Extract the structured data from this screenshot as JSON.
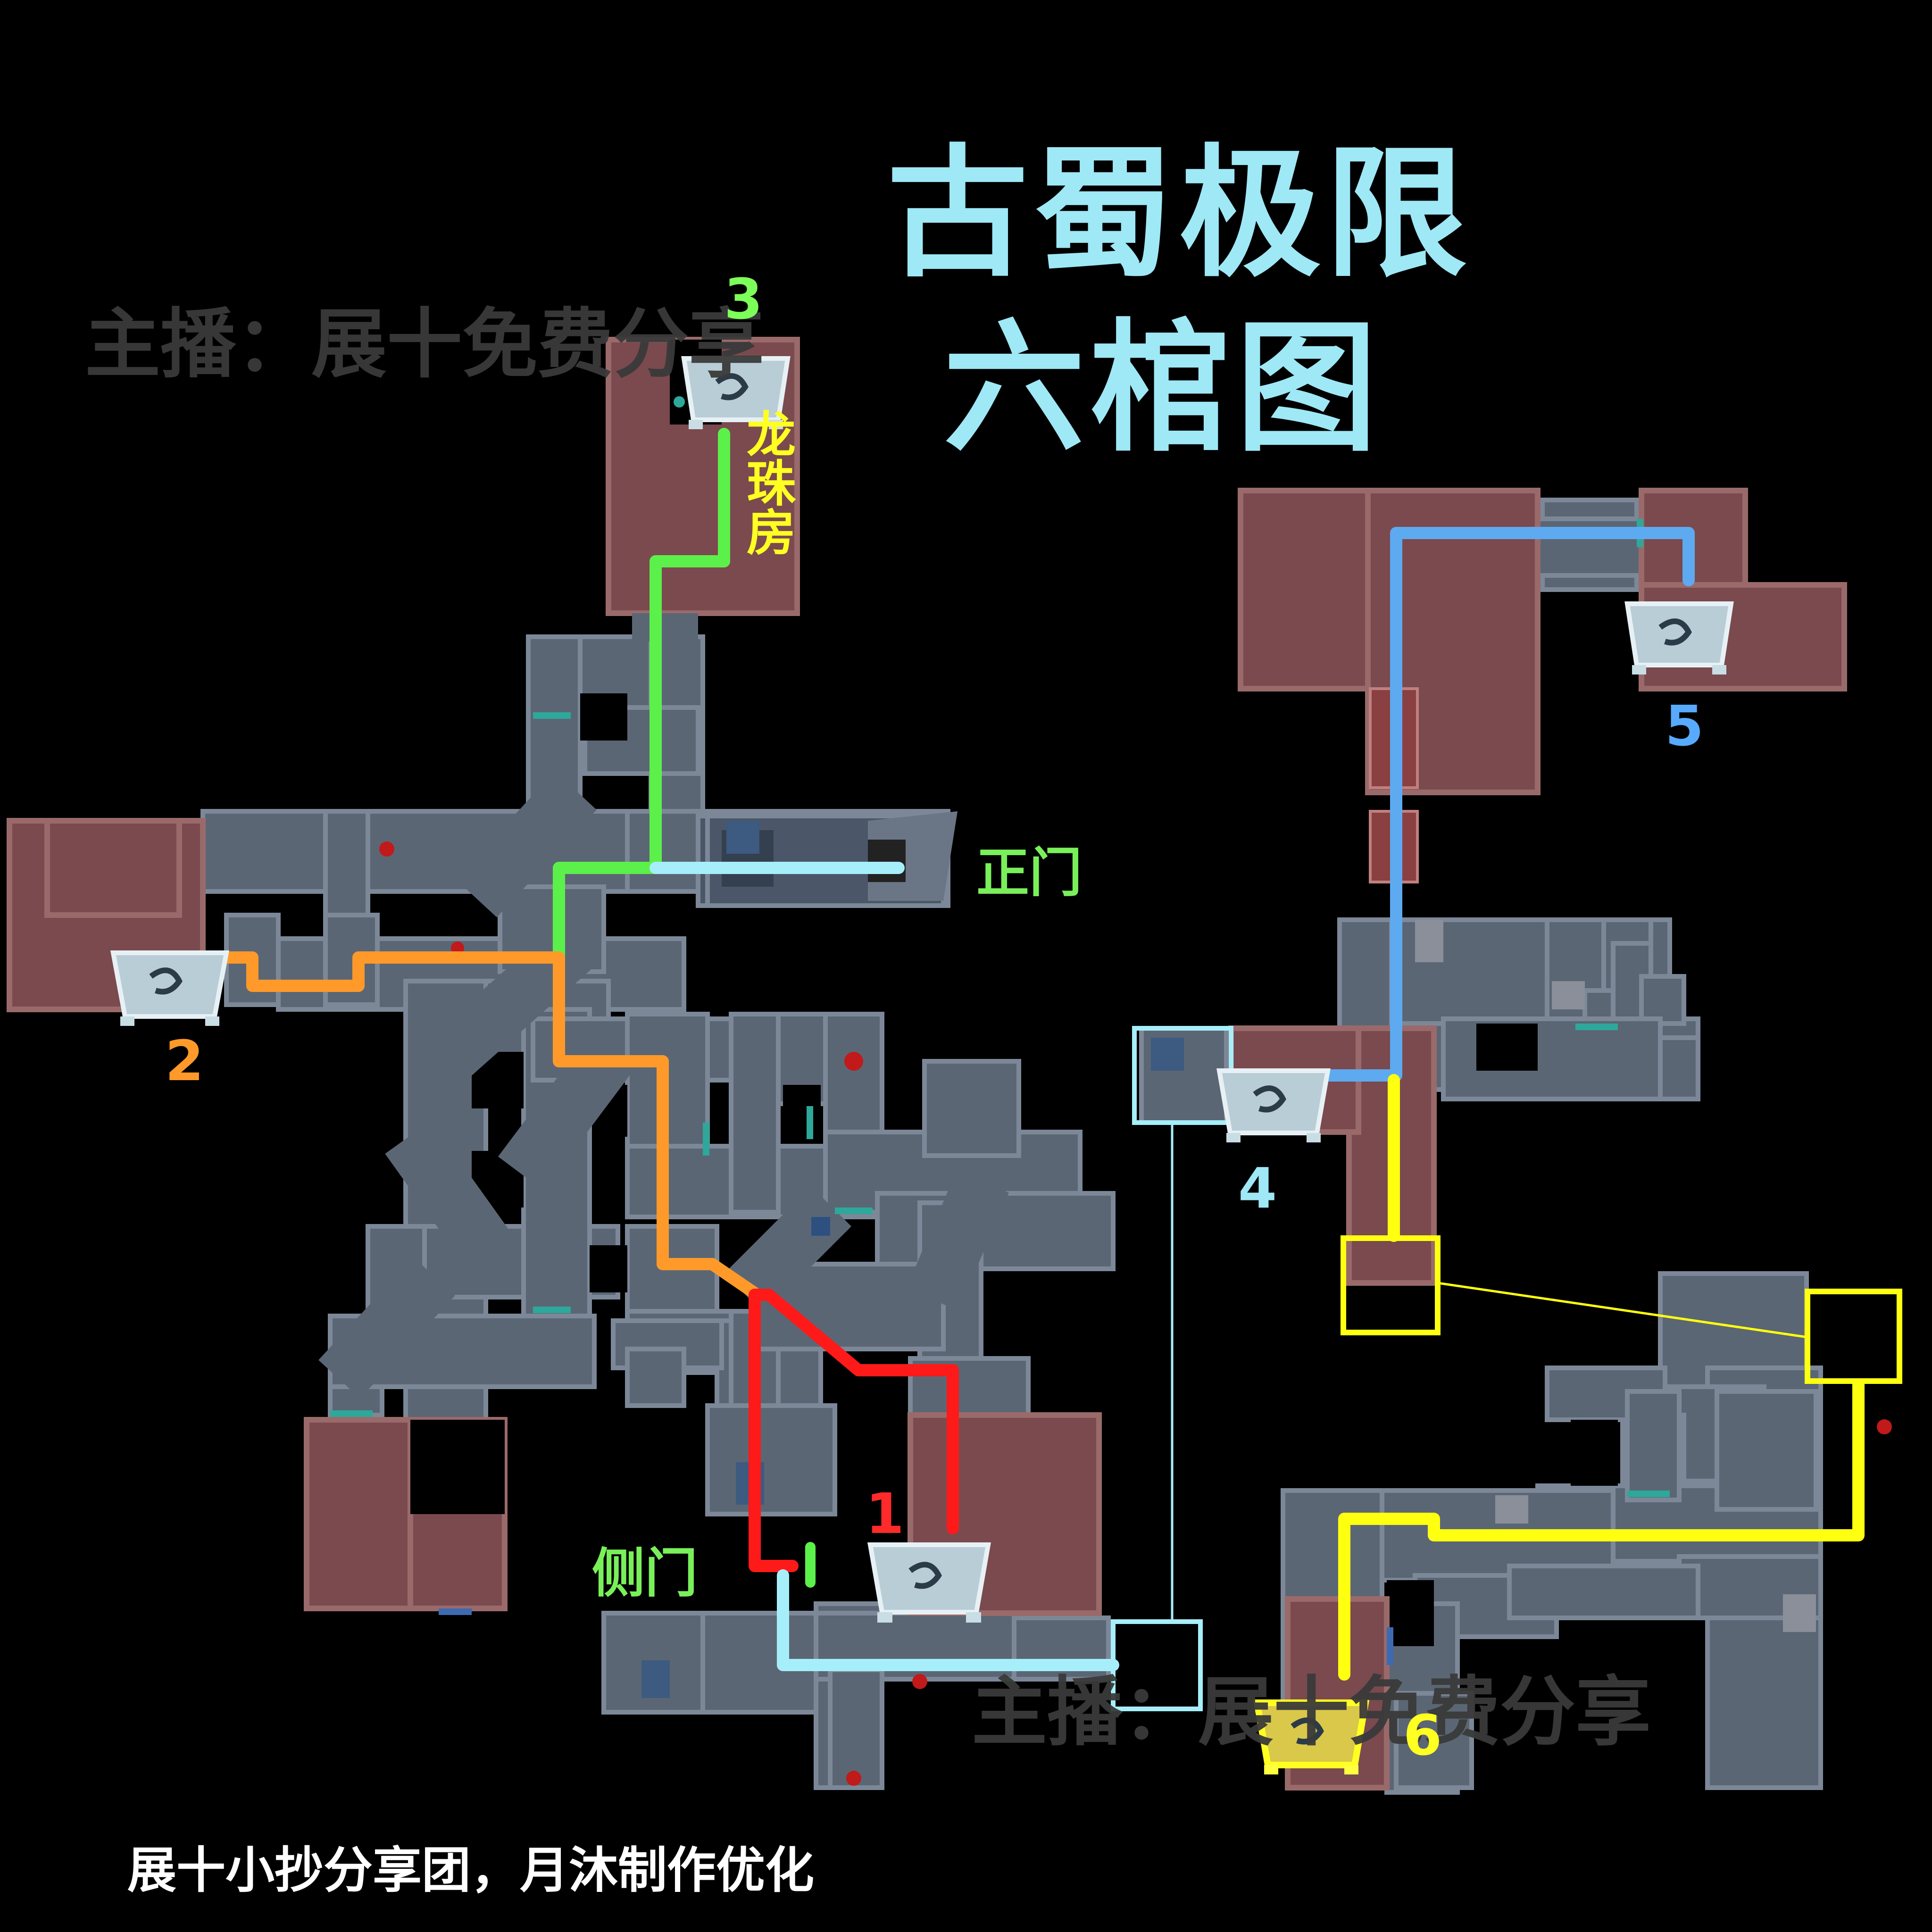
{
  "title": {
    "line1": "古蜀极限",
    "line2": "六棺图"
  },
  "watermark": {
    "top": "主播：展十免费分享",
    "bottom": "主播：展十免费分享"
  },
  "labels": {
    "main_gate": "正门",
    "side_gate": "侧门",
    "dragon_pearl_room_chars": [
      "龙",
      "珠",
      "房"
    ]
  },
  "coffins": [
    {
      "id": 1,
      "label": "1",
      "color": "#ff2a2a"
    },
    {
      "id": 2,
      "label": "2",
      "color": "#ff9a2a"
    },
    {
      "id": 3,
      "label": "3",
      "color": "#7dff5a"
    },
    {
      "id": 4,
      "label": "4",
      "color": "#9fe8f6"
    },
    {
      "id": 5,
      "label": "5",
      "color": "#58aaff"
    },
    {
      "id": 6,
      "label": "6",
      "color": "#ffff22"
    }
  ],
  "colors": {
    "floor": "#5b6675",
    "floor_edge": "#7c8898",
    "room": "#7a4a4e",
    "room_edge": "#9a6a6a",
    "route_red": "#ff1a1a",
    "route_orange": "#ff9a2a",
    "route_green": "#5cf04a",
    "route_cyan": "#a6eefa",
    "route_blue": "#5eaaf0",
    "route_yellow": "#ffff10",
    "label_green": "#79f05a",
    "label_yellow": "#ffff22"
  },
  "credit": "展十小抄分享团，月沐制作优化"
}
